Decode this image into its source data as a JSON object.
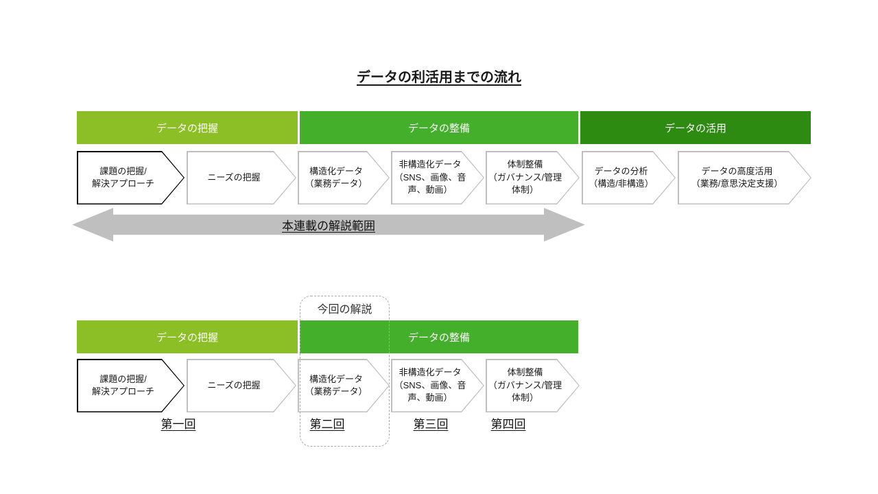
{
  "title": "データの利活用までの流れ",
  "colors": {
    "phase_light": "#8CBE26",
    "phase_mid": "#43AF2A",
    "phase_dark": "#2E8B12",
    "arrow_gray": "#BFBFBF",
    "border_gray": "#BFBFBF",
    "border_black": "#000000",
    "callout_border": "#AAAAAA"
  },
  "top": {
    "phases": [
      "データの把握",
      "データの整備",
      "データの活用"
    ],
    "steps": [
      {
        "lines": [
          "課題の把握/",
          "解決アプローチ"
        ]
      },
      {
        "lines": [
          "ニーズの把握"
        ]
      },
      {
        "lines": [
          "構造化データ",
          "（業務データ）"
        ]
      },
      {
        "lines": [
          "非構造化データ",
          "（SNS、画像、音",
          "声、動画）"
        ]
      },
      {
        "lines": [
          "体制整備",
          "（ガバナンス/管理",
          "体制）"
        ]
      },
      {
        "lines": [
          "データの分析",
          "（構造/非構造）"
        ]
      },
      {
        "lines": [
          "データの高度活用",
          "（業務/意思決定支援）"
        ]
      }
    ],
    "range_label": "本連載の解説範囲"
  },
  "bottom": {
    "callout_label": "今回の解説",
    "phases": [
      "データの把握",
      "データの整備"
    ],
    "steps": [
      {
        "lines": [
          "課題の把握/",
          "解決アプローチ"
        ]
      },
      {
        "lines": [
          "ニーズの把握"
        ]
      },
      {
        "lines": [
          "構造化データ",
          "（業務データ）"
        ]
      },
      {
        "lines": [
          "非構造化データ",
          "（SNS、画像、音",
          "声、動画）"
        ]
      },
      {
        "lines": [
          "体制整備",
          "（ガバナンス/管理",
          "体制）"
        ]
      }
    ],
    "episodes": [
      "第一回",
      "第二回",
      "第三回",
      "第四回"
    ]
  }
}
